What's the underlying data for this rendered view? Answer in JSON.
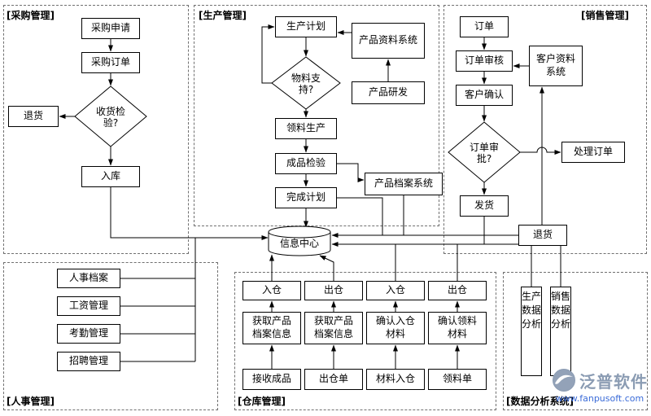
{
  "sections": {
    "purchase": {
      "label": "[采购管理]",
      "nodes": {
        "request": "采购申请",
        "order": "采购订单",
        "inspect": "收货检验?",
        "return": "退货",
        "stock_in": "入库"
      }
    },
    "production": {
      "label": "[生产管理]",
      "nodes": {
        "plan": "生产计划",
        "product_data_system": "产品资料系统",
        "material_support": "物料支持?",
        "rnd": "产品研发",
        "picking": "领料生产",
        "inspection": "成品检验",
        "complete": "完成计划",
        "archive_system": "产品档案系统"
      }
    },
    "sales": {
      "label": "[销售管理]",
      "nodes": {
        "order": "订单",
        "review": "订单审核",
        "customer_system": "客户资料系统",
        "confirm": "客户确认",
        "approval": "订单审批?",
        "process": "处理订单",
        "ship": "发货",
        "return": "退货"
      }
    },
    "hr": {
      "label": "[人事管理]",
      "nodes": [
        "人事档案",
        "工资管理",
        "考勤管理",
        "招聘管理"
      ]
    },
    "warehouse": {
      "label": "[仓库管理]",
      "rows": {
        "top": [
          "入仓",
          "出仓",
          "入仓",
          "出仓"
        ],
        "middle": [
          "获取产品档案信息",
          "获取产品档案信息",
          "确认入仓材料",
          "确认领料材料"
        ],
        "bottom": [
          "接收成品",
          "出仓单",
          "材料入仓",
          "领料单"
        ]
      }
    },
    "analysis": {
      "label": "[数据分析系统]",
      "nodes": [
        "生产数据分析",
        "销售数据分析"
      ]
    }
  },
  "center": {
    "label": "信息中心"
  },
  "watermark": {
    "brand": "泛普软件",
    "url": "www.fanpusoft.com"
  },
  "colors": {
    "line": "#000000",
    "section_border": "#707070",
    "watermark_text": "#8b9cb3",
    "watermark_url": "#3a6bd8"
  }
}
